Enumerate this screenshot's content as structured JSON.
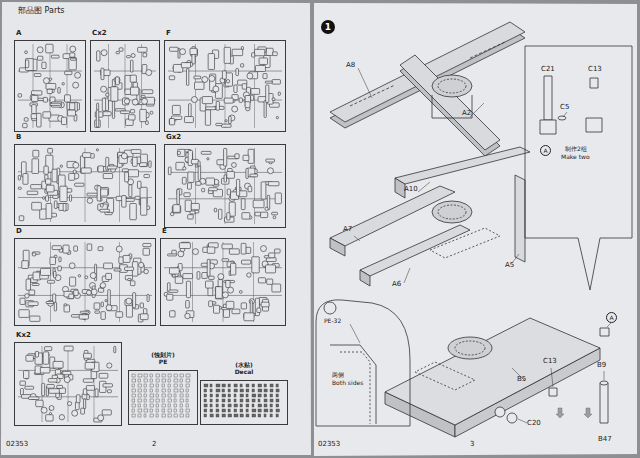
{
  "diagram": {
    "title": "部品图 Parts",
    "nodes": [
      {
        "text": [
          "A"
        ]
      },
      {
        "text": [
          "Cx2"
        ]
      },
      {
        "text": [
          "F"
        ]
      },
      {
        "text": [
          "B"
        ]
      },
      {
        "text": [
          "Gx2"
        ]
      },
      {
        "text": [
          "D"
        ]
      },
      {
        "text": [
          "E"
        ]
      },
      {
        "text": [
          "Kx2"
        ]
      },
      {
        "text": [
          "(蚀刻片)",
          "PE"
        ]
      },
      {
        "text": [
          "(水贴)",
          "Decal"
        ]
      },
      {
        "text": [
          "制作2组",
          "Make two"
        ]
      },
      {
        "text": [
          "PE-32",
          "两侧",
          "Both sides"
        ]
      }
    ],
    "labels": [
      "1",
      "A8",
      "A2",
      "A10",
      "A7",
      "A5",
      "A6",
      "C21",
      "C13",
      "C5",
      "A",
      "A",
      "B5",
      "C13",
      "B9",
      "C20",
      "B47",
      "02353",
      "2",
      "02353",
      "3"
    ]
  }
}
